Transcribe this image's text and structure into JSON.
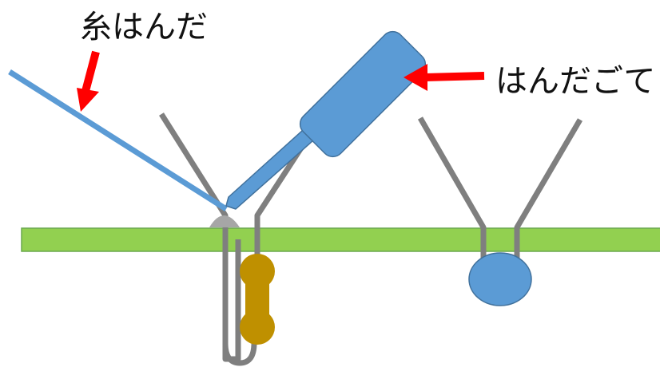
{
  "labels": {
    "solder_wire": "糸はんだ",
    "soldering_iron": "はんだごて"
  },
  "colors": {
    "pcb_board": "#92d050",
    "pcb_border": "#6aa84f",
    "solder_wire": "#5b9bd5",
    "iron": "#5b9bd5",
    "iron_border": "#41719c",
    "lead": "#7f7f7f",
    "solder_blob": "#a6a6a6",
    "resistor": "#bf9000",
    "capacitor": "#5b9bd5",
    "arrow": "#ff0000"
  },
  "icons": {
    "solder_arrow": "arrow-down-left",
    "iron_arrow": "arrow-left"
  }
}
